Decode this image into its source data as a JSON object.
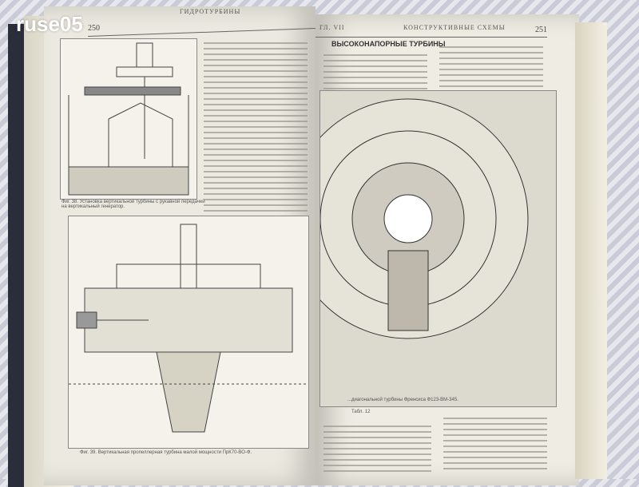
{
  "watermark": "ruse05",
  "left_page": {
    "page_number": "250",
    "running_head": "ГИДРОТУРБИНЫ",
    "figure1_caption": "Фиг. 38. Установка вертикальной турбины с рукавной передачей на вертикальный генератор.",
    "figure2_caption": "Фиг. 39. Вертикальная пропеллерная турбина малой мощности ПрК70-ВО-Ф."
  },
  "right_page": {
    "chapter": "ГЛ. VII",
    "running_head": "КОНСТРУКТИВНЫЕ СХЕМЫ",
    "page_number": "251",
    "section_heading": "ВЫСОКОНАПОРНЫЕ ТУРБИНЫ",
    "figure_caption": "...диагональной турбины Френсиса Ф123-ВМ-345.",
    "table_label": "Табл. 12"
  }
}
